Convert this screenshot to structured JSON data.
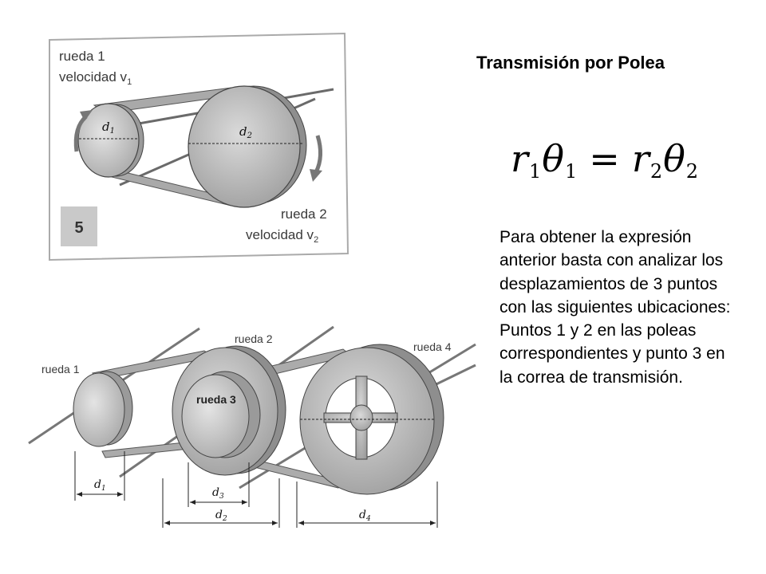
{
  "title": "Transmisión por Polea",
  "formula": {
    "r1": "r",
    "s1": "1",
    "t1": "θ",
    "u1": "1",
    "eq": "=",
    "r2": "r",
    "s2": "2",
    "t2": "θ",
    "u2": "2"
  },
  "paragraph": "Para obtener la expresión anterior basta con analizar los desplazamientos de 3 puntos con las siguientes ubicaciones: Puntos 1 y 2 en las poleas correspondientes y punto 3 en la correa de transmisión.",
  "figure1": {
    "wheel1_line1": "rueda 1",
    "wheel1_line2": "velocidad v",
    "wheel1_sub": "1",
    "wheel2_line1": "rueda 2",
    "wheel2_line2": "velocidad v",
    "wheel2_sub": "2",
    "d1": "d",
    "d1_sub": "1",
    "d2": "d",
    "d2_sub": "2",
    "badge": "5"
  },
  "figure2": {
    "rueda1": "rueda 1",
    "rueda2": "rueda 2",
    "rueda3": "rueda 3",
    "rueda4": "rueda 4",
    "d1": "d",
    "d1_sub": "1",
    "d2": "d",
    "d2_sub": "2",
    "d3": "d",
    "d3_sub": "3",
    "d4": "d",
    "d4_sub": "4"
  },
  "colors": {
    "frame": "#aaaaaa",
    "pulley": "#c8c8c8",
    "pulley_dark": "#8c8c8c",
    "belt": "#9a9a9a",
    "badge_bg": "#c9c9c9"
  }
}
